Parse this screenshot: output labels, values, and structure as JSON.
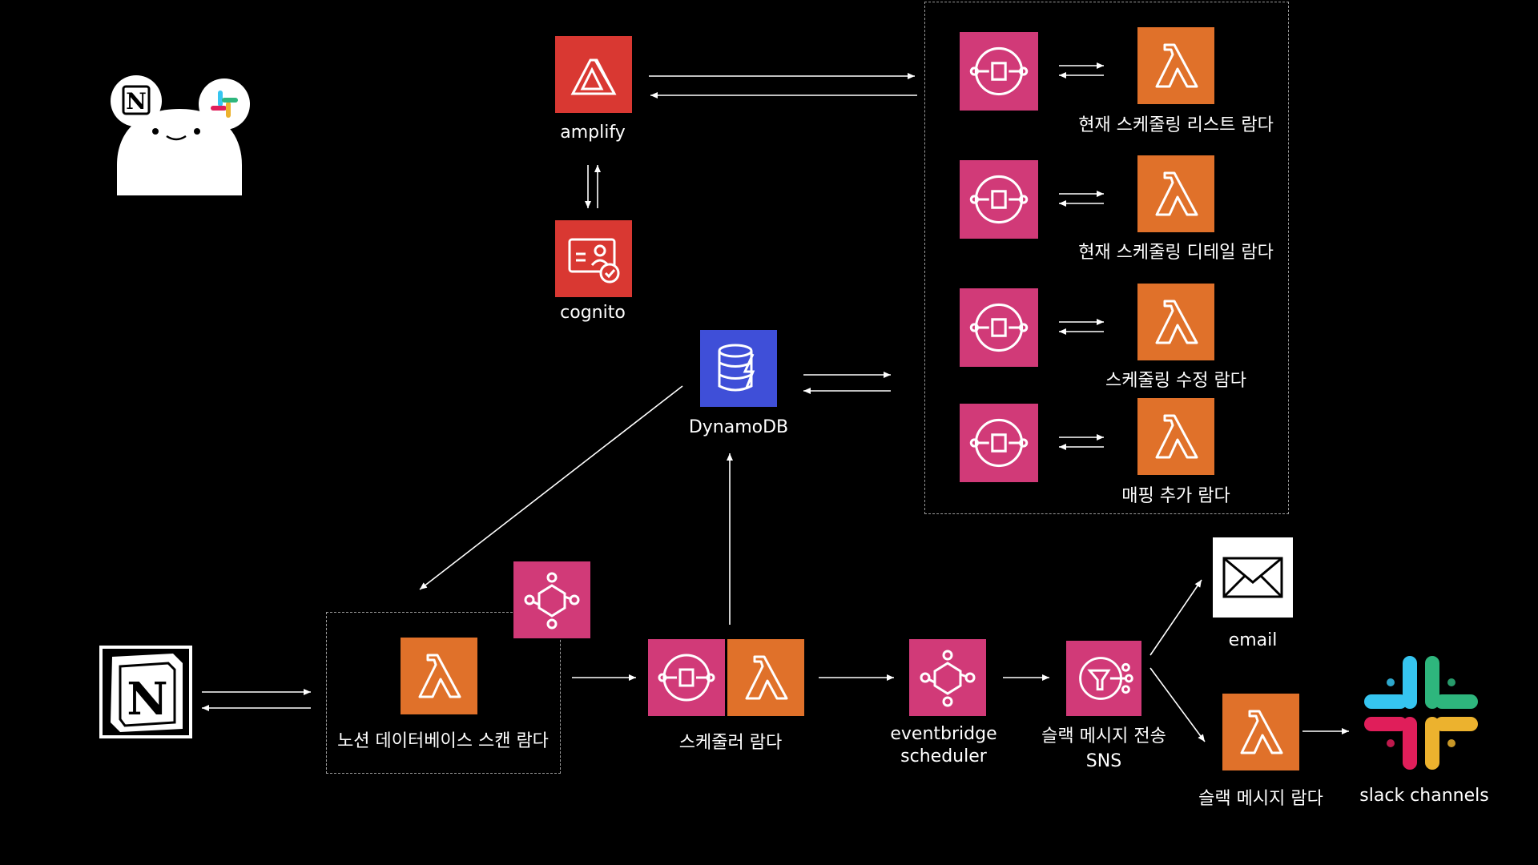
{
  "colors": {
    "background": "#000000",
    "amplify": "#D93832",
    "cognito": "#D93832",
    "dynamodb": "#3F4FD8",
    "lambda": "#E0712A",
    "api_gateway": "#D13A78",
    "eventbridge": "#D13A78",
    "sns": "#D13A78",
    "arrow": "#FFFFFF"
  },
  "nodes": {
    "amplify": {
      "label": "amplify",
      "icon": "amplify-icon"
    },
    "cognito": {
      "label": "cognito",
      "icon": "cognito-icon"
    },
    "dynamodb": {
      "label": "DynamoDB",
      "icon": "dynamodb-icon"
    },
    "lambda_list": {
      "label": "현재 스케줄링 리스트 람다",
      "icon": "lambda-icon"
    },
    "lambda_detail": {
      "label": "현재 스케줄링 디테일 람다",
      "icon": "lambda-icon"
    },
    "lambda_edit": {
      "label": "스케줄링 수정 람다",
      "icon": "lambda-icon"
    },
    "lambda_mapping": {
      "label": "매핑 추가 람다",
      "icon": "lambda-icon"
    },
    "notion_scan": {
      "label": "노션 데이터베이스 스캔 람다",
      "icon": "lambda-icon"
    },
    "scheduler_lambda": {
      "label": "스케줄러 람다",
      "icon": "lambda-icon"
    },
    "eventbridge": {
      "label_line1": "eventbridge",
      "label_line2": "scheduler",
      "icon": "eventbridge-icon"
    },
    "sns": {
      "label_line1": "슬랙 메시지 전송",
      "label_line2": "SNS",
      "icon": "sns-icon"
    },
    "email": {
      "label": "email",
      "icon": "envelope-icon"
    },
    "slack_lambda": {
      "label": "슬랙 메시지 람다",
      "icon": "lambda-icon"
    },
    "slack": {
      "label": "slack channels",
      "icon": "slack-icon"
    },
    "notion": {
      "icon": "notion-icon"
    },
    "mascot": {
      "icon": "mascot-icon"
    }
  }
}
